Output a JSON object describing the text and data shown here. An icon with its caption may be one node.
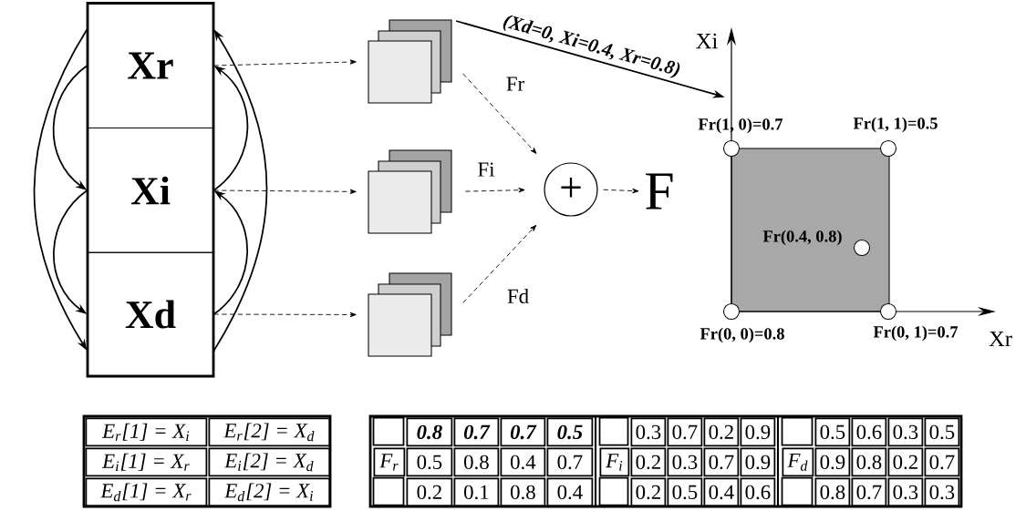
{
  "diagram": {
    "nodes": [
      {
        "text": [
          "Xr"
        ]
      },
      {
        "text": [
          "Xi"
        ]
      },
      {
        "text": [
          "Xd"
        ]
      },
      {
        "text": [],
        "shape": "box"
      },
      {
        "text": [],
        "shape": "box"
      },
      {
        "text": [],
        "shape": "box"
      },
      {
        "text": [
          "+"
        ]
      },
      {
        "text": [
          "F"
        ]
      },
      {
        "text": [],
        "shape": "box"
      }
    ],
    "edges": [
      {
        "from": 0,
        "to": 1,
        "arrow": "to"
      },
      {
        "from": 1,
        "to": 2,
        "arrow": "to"
      },
      {
        "from": 0,
        "to": 2,
        "arrow": "to"
      },
      {
        "from": 1,
        "to": 0,
        "arrow": "to"
      },
      {
        "from": 2,
        "to": 1,
        "arrow": "to"
      },
      {
        "from": 2,
        "to": 0,
        "arrow": "to"
      },
      {
        "from": 0,
        "to": 3,
        "arrow": "to",
        "style": "dashed"
      },
      {
        "from": 1,
        "to": 4,
        "arrow": "to",
        "style": "dashed"
      },
      {
        "from": 2,
        "to": 5,
        "arrow": "to",
        "style": "dashed"
      },
      {
        "from": 3,
        "to": 6,
        "arrow": "to",
        "style": "dashed",
        "label": "Fr"
      },
      {
        "from": 4,
        "to": 6,
        "arrow": "to",
        "style": "dashed",
        "label": "Fi"
      },
      {
        "from": 5,
        "to": 6,
        "arrow": "to",
        "style": "dashed",
        "label": "Fd"
      },
      {
        "from": 6,
        "to": 7,
        "arrow": "to",
        "style": "dashed"
      },
      {
        "from": 3,
        "to": 8,
        "arrow": "to",
        "label": "(Xd=0, Xi=0.4, Xr=0.8)"
      }
    ],
    "labels": [
      "Xi",
      "Fr(1, 0)=0.7",
      "Fr(1, 1)=0.5",
      "Fr(0.4, 0.8)",
      "Fr(0, 0)=0.8",
      "Fr(0, 1)=0.7",
      "Xr",
      "E$_{r}$[1] = X$_{i}$",
      "E$_{r}$[2] = X$_{d}$",
      "E$_{i}$[1] = X$_{r}$",
      "E$_{i}$[2] = X$_{d}$",
      "E$_{d}$[1] = X$_{r}$",
      "E$_{d}$[2] = X$_{i}$",
      "0.8",
      "0.7",
      "0.7",
      "0.5",
      "0.3",
      "0.7",
      "0.2",
      "0.9",
      "0.5",
      "0.6",
      "0.3",
      "0.5",
      "F$_{r}$",
      "0.5",
      "0.8",
      "0.4",
      "0.7",
      "F$_{i}$",
      "0.2",
      "0.3",
      "0.7",
      "0.9",
      "F$_{d}$",
      "0.9",
      "0.8",
      "0.2",
      "0.7",
      "0.2",
      "0.1",
      "0.8",
      "0.4",
      "0.2",
      "0.5",
      "0.4",
      "0.6",
      "0.8",
      "0.7",
      "0.3",
      "0.3"
    ]
  }
}
